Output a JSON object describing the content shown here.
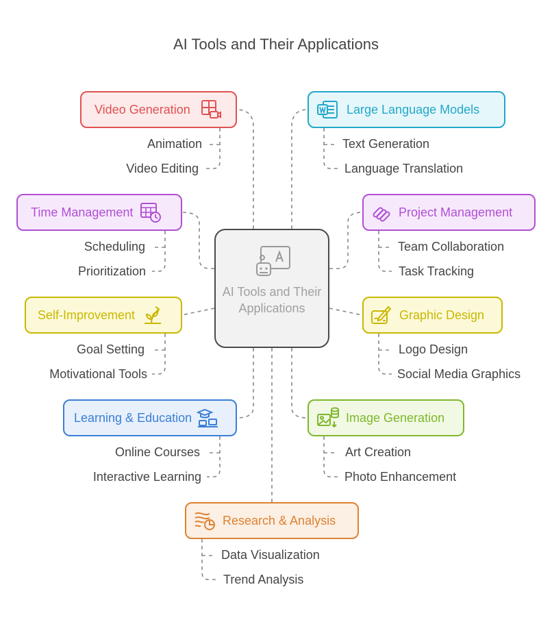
{
  "title": "AI Tools and Their Applications",
  "center": {
    "label": "AI Tools and Their Applications",
    "icon": "robot-text-icon"
  },
  "colors": {
    "red": "#e05252",
    "cyan": "#22a8c8",
    "purple": "#b04fd4",
    "yellow": "#c9b800",
    "blue": "#3a7fd5",
    "green": "#7fb82a",
    "orange": "#dd8232",
    "line": "#888888"
  },
  "nodes": {
    "video": {
      "label": "Video Generation",
      "icon": "video-layout-icon",
      "items": [
        "Animation",
        "Video Editing"
      ]
    },
    "llm": {
      "label": "Large Language Models",
      "icon": "document-word-icon",
      "items": [
        "Text Generation",
        "Language Translation"
      ]
    },
    "time": {
      "label": "Time Management",
      "icon": "calendar-clock-icon",
      "items": [
        "Scheduling",
        "Prioritization"
      ]
    },
    "project": {
      "label": "Project Management",
      "icon": "stacked-bars-icon",
      "items": [
        "Team Collaboration",
        "Task Tracking"
      ]
    },
    "self": {
      "label": "Self-Improvement",
      "icon": "growth-plant-icon",
      "items": [
        "Goal Setting",
        "Motivational Tools"
      ]
    },
    "graphic": {
      "label": "Graphic Design",
      "icon": "pen-drawing-icon",
      "items": [
        "Logo Design",
        "Social Media Graphics"
      ]
    },
    "learning": {
      "label": "Learning & Education",
      "icon": "graduation-laptop-icon",
      "items": [
        "Online Courses",
        "Interactive Learning"
      ]
    },
    "image": {
      "label": "Image Generation",
      "icon": "image-database-icon",
      "items": [
        "Art Creation",
        "Photo Enhancement"
      ]
    },
    "research": {
      "label": "Research & Analysis",
      "icon": "wave-chart-icon",
      "items": [
        "Data Visualization",
        "Trend Analysis"
      ]
    }
  }
}
